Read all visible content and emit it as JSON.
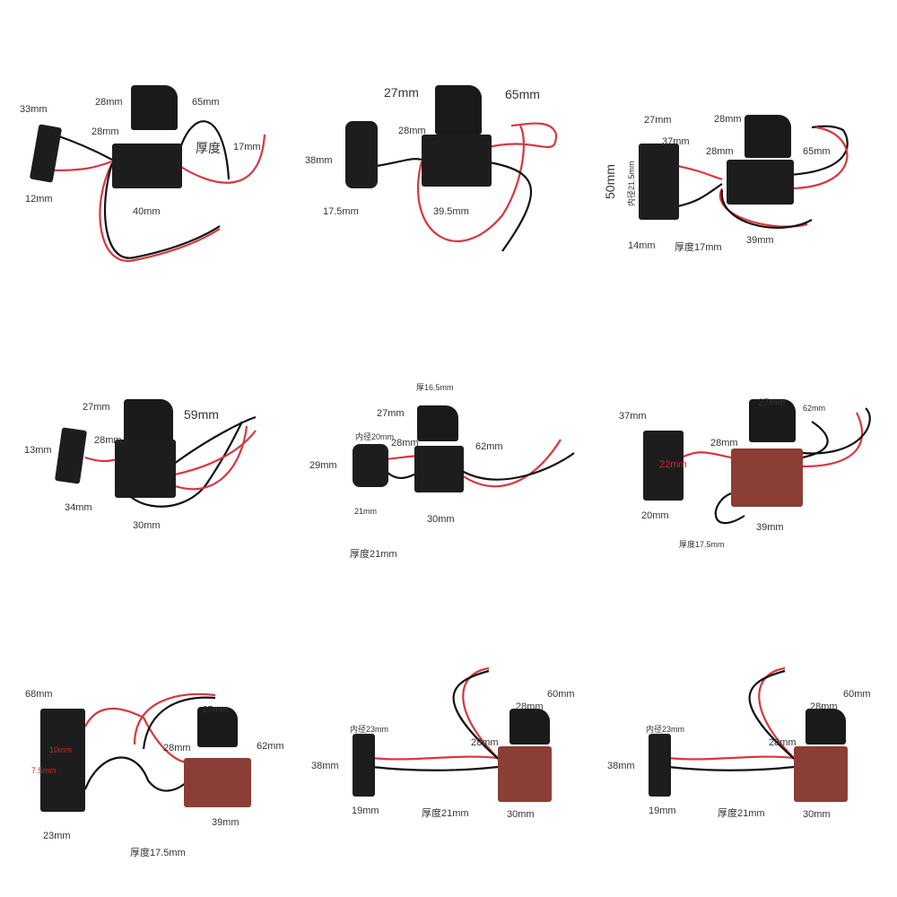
{
  "panels": [
    {
      "labels": [
        "33mm",
        "28mm",
        "65mm",
        "28mm",
        "厚度",
        "17mm",
        "12mm",
        "40mm"
      ]
    },
    {
      "labels": [
        "27mm",
        "65mm",
        "28mm",
        "38mm",
        "17.5mm",
        "39.5mm"
      ]
    },
    {
      "labels": [
        "27mm",
        "28mm",
        "37mm",
        "28mm",
        "65mm",
        "50mm",
        "内径21.5mm",
        "14mm",
        "厚度17mm",
        "39mm"
      ]
    },
    {
      "labels": [
        "27mm",
        "59mm",
        "28mm",
        "13mm",
        "34mm",
        "30mm"
      ]
    },
    {
      "labels": [
        "厚16.5mm",
        "27mm",
        "内径20mm",
        "28mm",
        "62mm",
        "29mm",
        "21mm",
        "30mm",
        "厚度21mm"
      ]
    },
    {
      "labels": [
        "37mm",
        "27mm",
        "62mm",
        "28mm",
        "22mm",
        "20mm",
        "39mm",
        "厚度17.5mm"
      ]
    },
    {
      "labels": [
        "68mm",
        "27mm",
        "62mm",
        "28mm",
        "10mm",
        "7.5mm",
        "23mm",
        "39mm",
        "厚度17.5mm"
      ]
    },
    {
      "labels": [
        "60mm",
        "28mm",
        "内径23mm",
        "28mm",
        "38mm",
        "19mm",
        "厚度21mm",
        "30mm"
      ]
    },
    {
      "labels": [
        "60mm",
        "28mm",
        "内径23mm",
        "28mm",
        "38mm",
        "19mm",
        "厚度21mm",
        "30mm"
      ]
    }
  ],
  "colors": {
    "wire_red": "#d9363e",
    "wire_black": "#111111",
    "body_black": "#1d1d1d",
    "body_brown": "#8a3e36",
    "dimension_arrow": "#e04050"
  }
}
